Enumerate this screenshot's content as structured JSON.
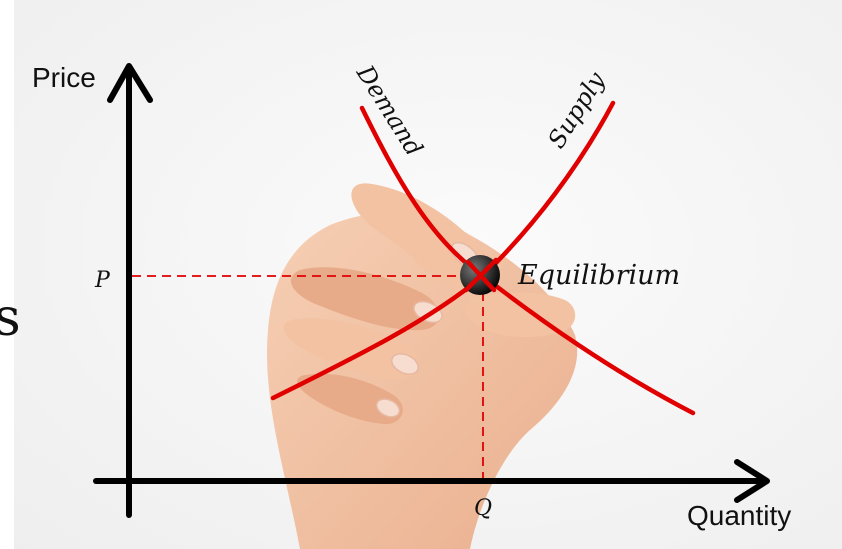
{
  "colors": {
    "background": "#f4f4f4",
    "curves": "#e00000",
    "axes": "#000000",
    "hand": "#f2c2a3"
  },
  "diagram": {
    "y_axis_label": "Price",
    "x_axis_label": "Quantity",
    "price_marker": "P",
    "quantity_marker": "Q",
    "demand_label": "Demand",
    "supply_label": "Supply",
    "equilibrium_label": "Equilibrium",
    "left_edge_glyph": "s"
  }
}
